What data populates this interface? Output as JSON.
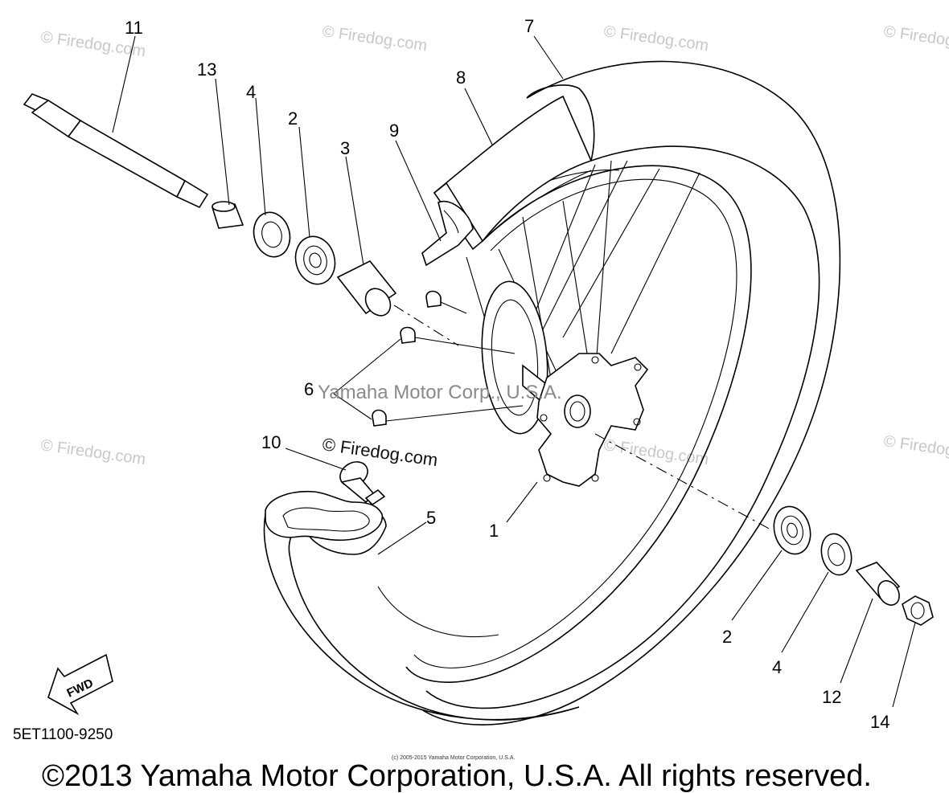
{
  "diagram_code": "5ET1100-9250",
  "copyright": "©2013 Yamaha Motor Corporation, U.S.A. All rights reserved.",
  "small_copyright": "(c) 2005-2015 Yamaha Motor Corporation, U.S.A.",
  "center_watermark": "Yamaha Motor Corp., U.S.A.",
  "watermark_text": "© Firedog.com",
  "fwd_label": "FWD",
  "callouts": {
    "c1": "1",
    "c2a": "2",
    "c2b": "2",
    "c3": "3",
    "c4a": "4",
    "c4b": "4",
    "c5": "5",
    "c6": "6",
    "c7": "7",
    "c8": "8",
    "c9": "9",
    "c10": "10",
    "c11": "11",
    "c12": "12",
    "c13": "13",
    "c14": "14"
  }
}
